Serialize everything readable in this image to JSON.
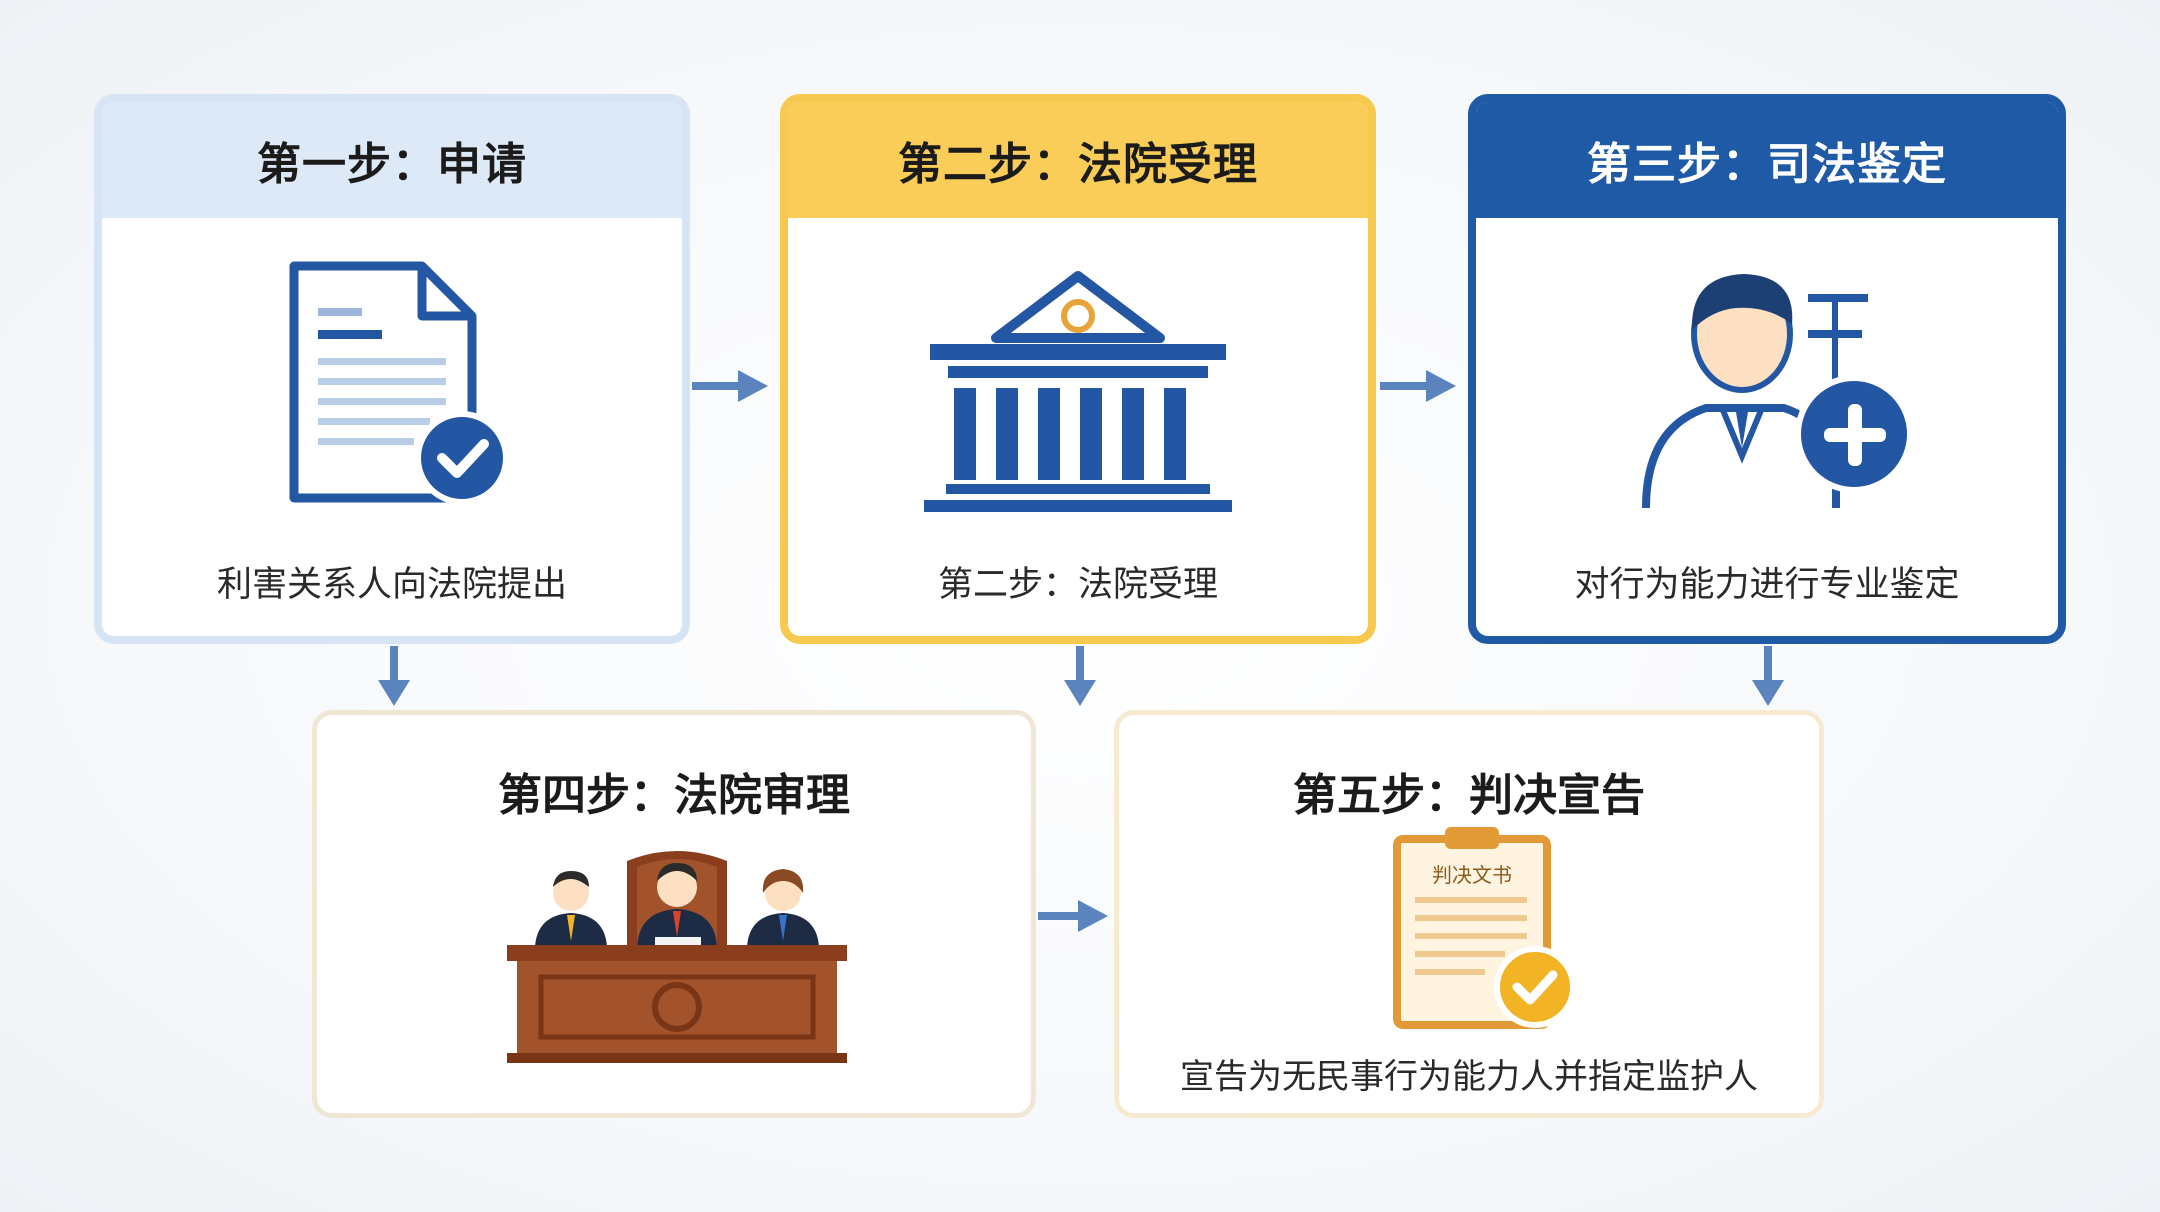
{
  "steps": [
    {
      "title": "第一步：申请",
      "caption": "利害关系人向法院提出"
    },
    {
      "title": "第二步：法院受理",
      "caption": "第二步：法院受理"
    },
    {
      "title": "第三步：司法鉴定",
      "caption": "对行为能力进行专业鉴定"
    },
    {
      "title": "第四步：法院审理"
    },
    {
      "title": "第五步：判决宣告",
      "caption": "宣告为无民事行为能力人并指定监护人",
      "document_label": "判决文书"
    }
  ],
  "colors": {
    "step1_header": "#dde9f6",
    "step2_header": "#f9cd57",
    "step3_header": "#1f5aa6",
    "icon_blue": "#2457a3",
    "arrow": "#5b84be",
    "wood": "#a0522d"
  },
  "icons": [
    "document-check-icon",
    "courthouse-icon",
    "doctor-plus-icon",
    "court-bench-icon",
    "verdict-document-icon"
  ]
}
